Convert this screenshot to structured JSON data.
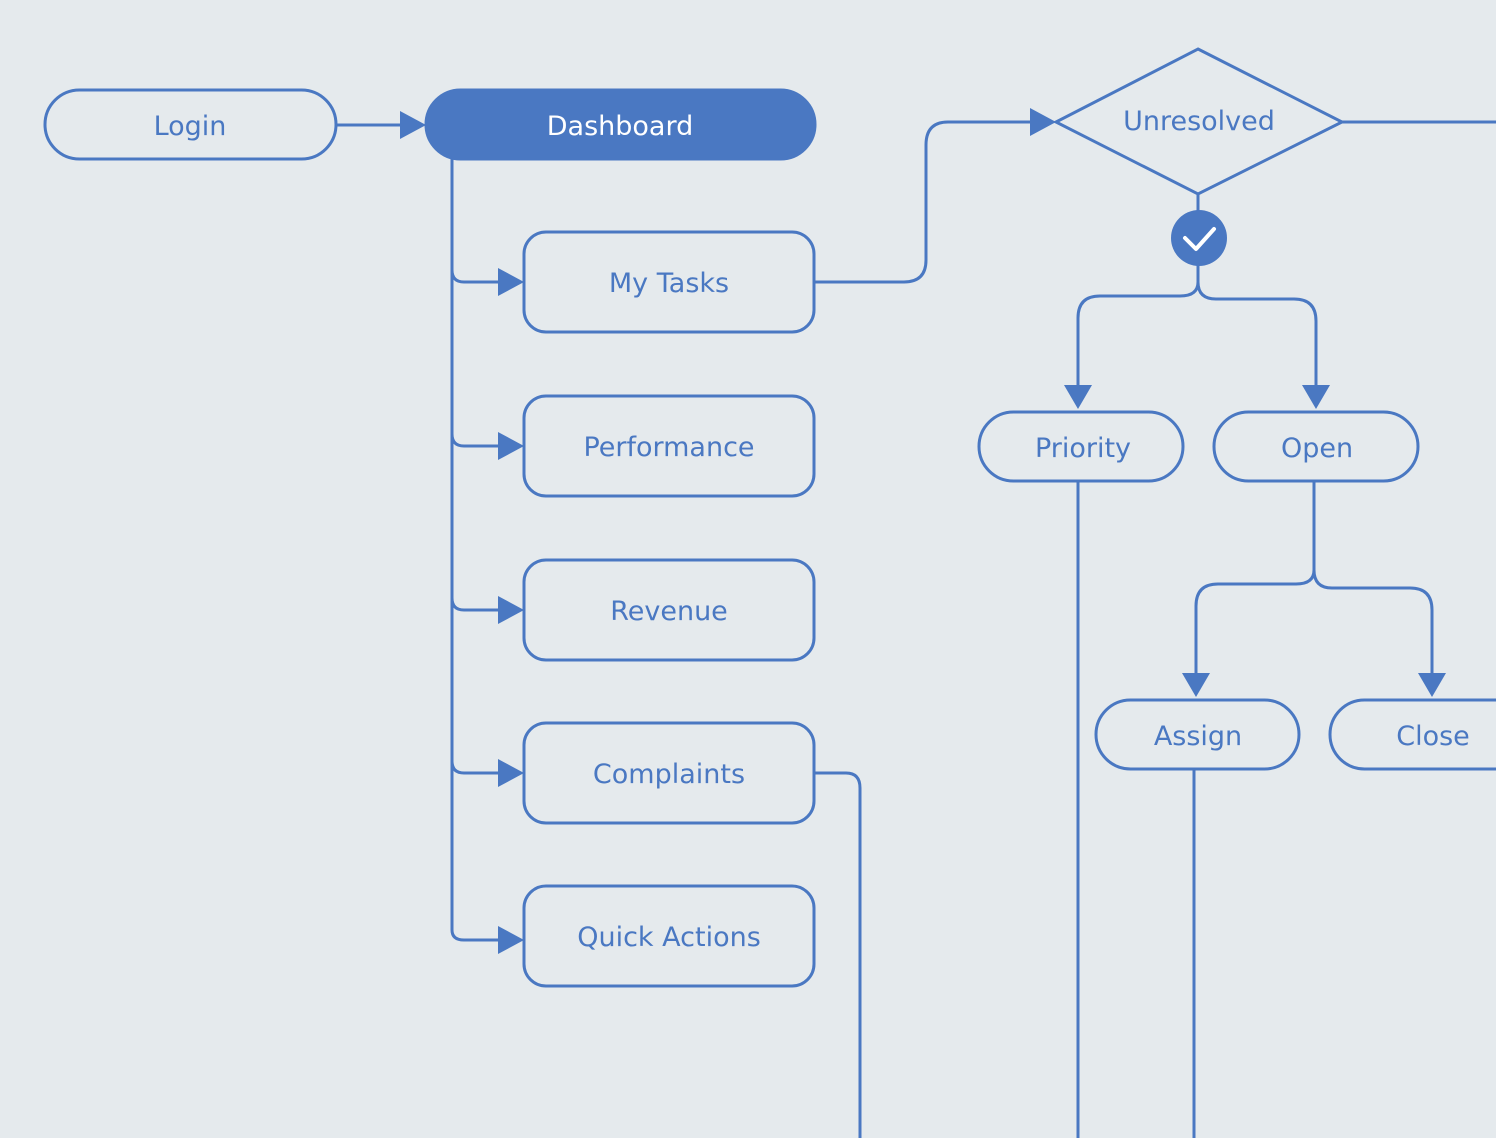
{
  "nodes": {
    "login": "Login",
    "dashboard": "Dashboard",
    "my_tasks": "My Tasks",
    "performance": "Performance",
    "revenue": "Revenue",
    "complaints": "Complaints",
    "quick_actions": "Quick Actions",
    "unresolved": "Unresolved",
    "priority": "Priority",
    "open": "Open",
    "assign": "Assign",
    "close": "Close"
  },
  "icons": {
    "decision_yes": "check-icon"
  },
  "colors": {
    "accent": "#4a78c2",
    "background": "#e5eaed"
  }
}
